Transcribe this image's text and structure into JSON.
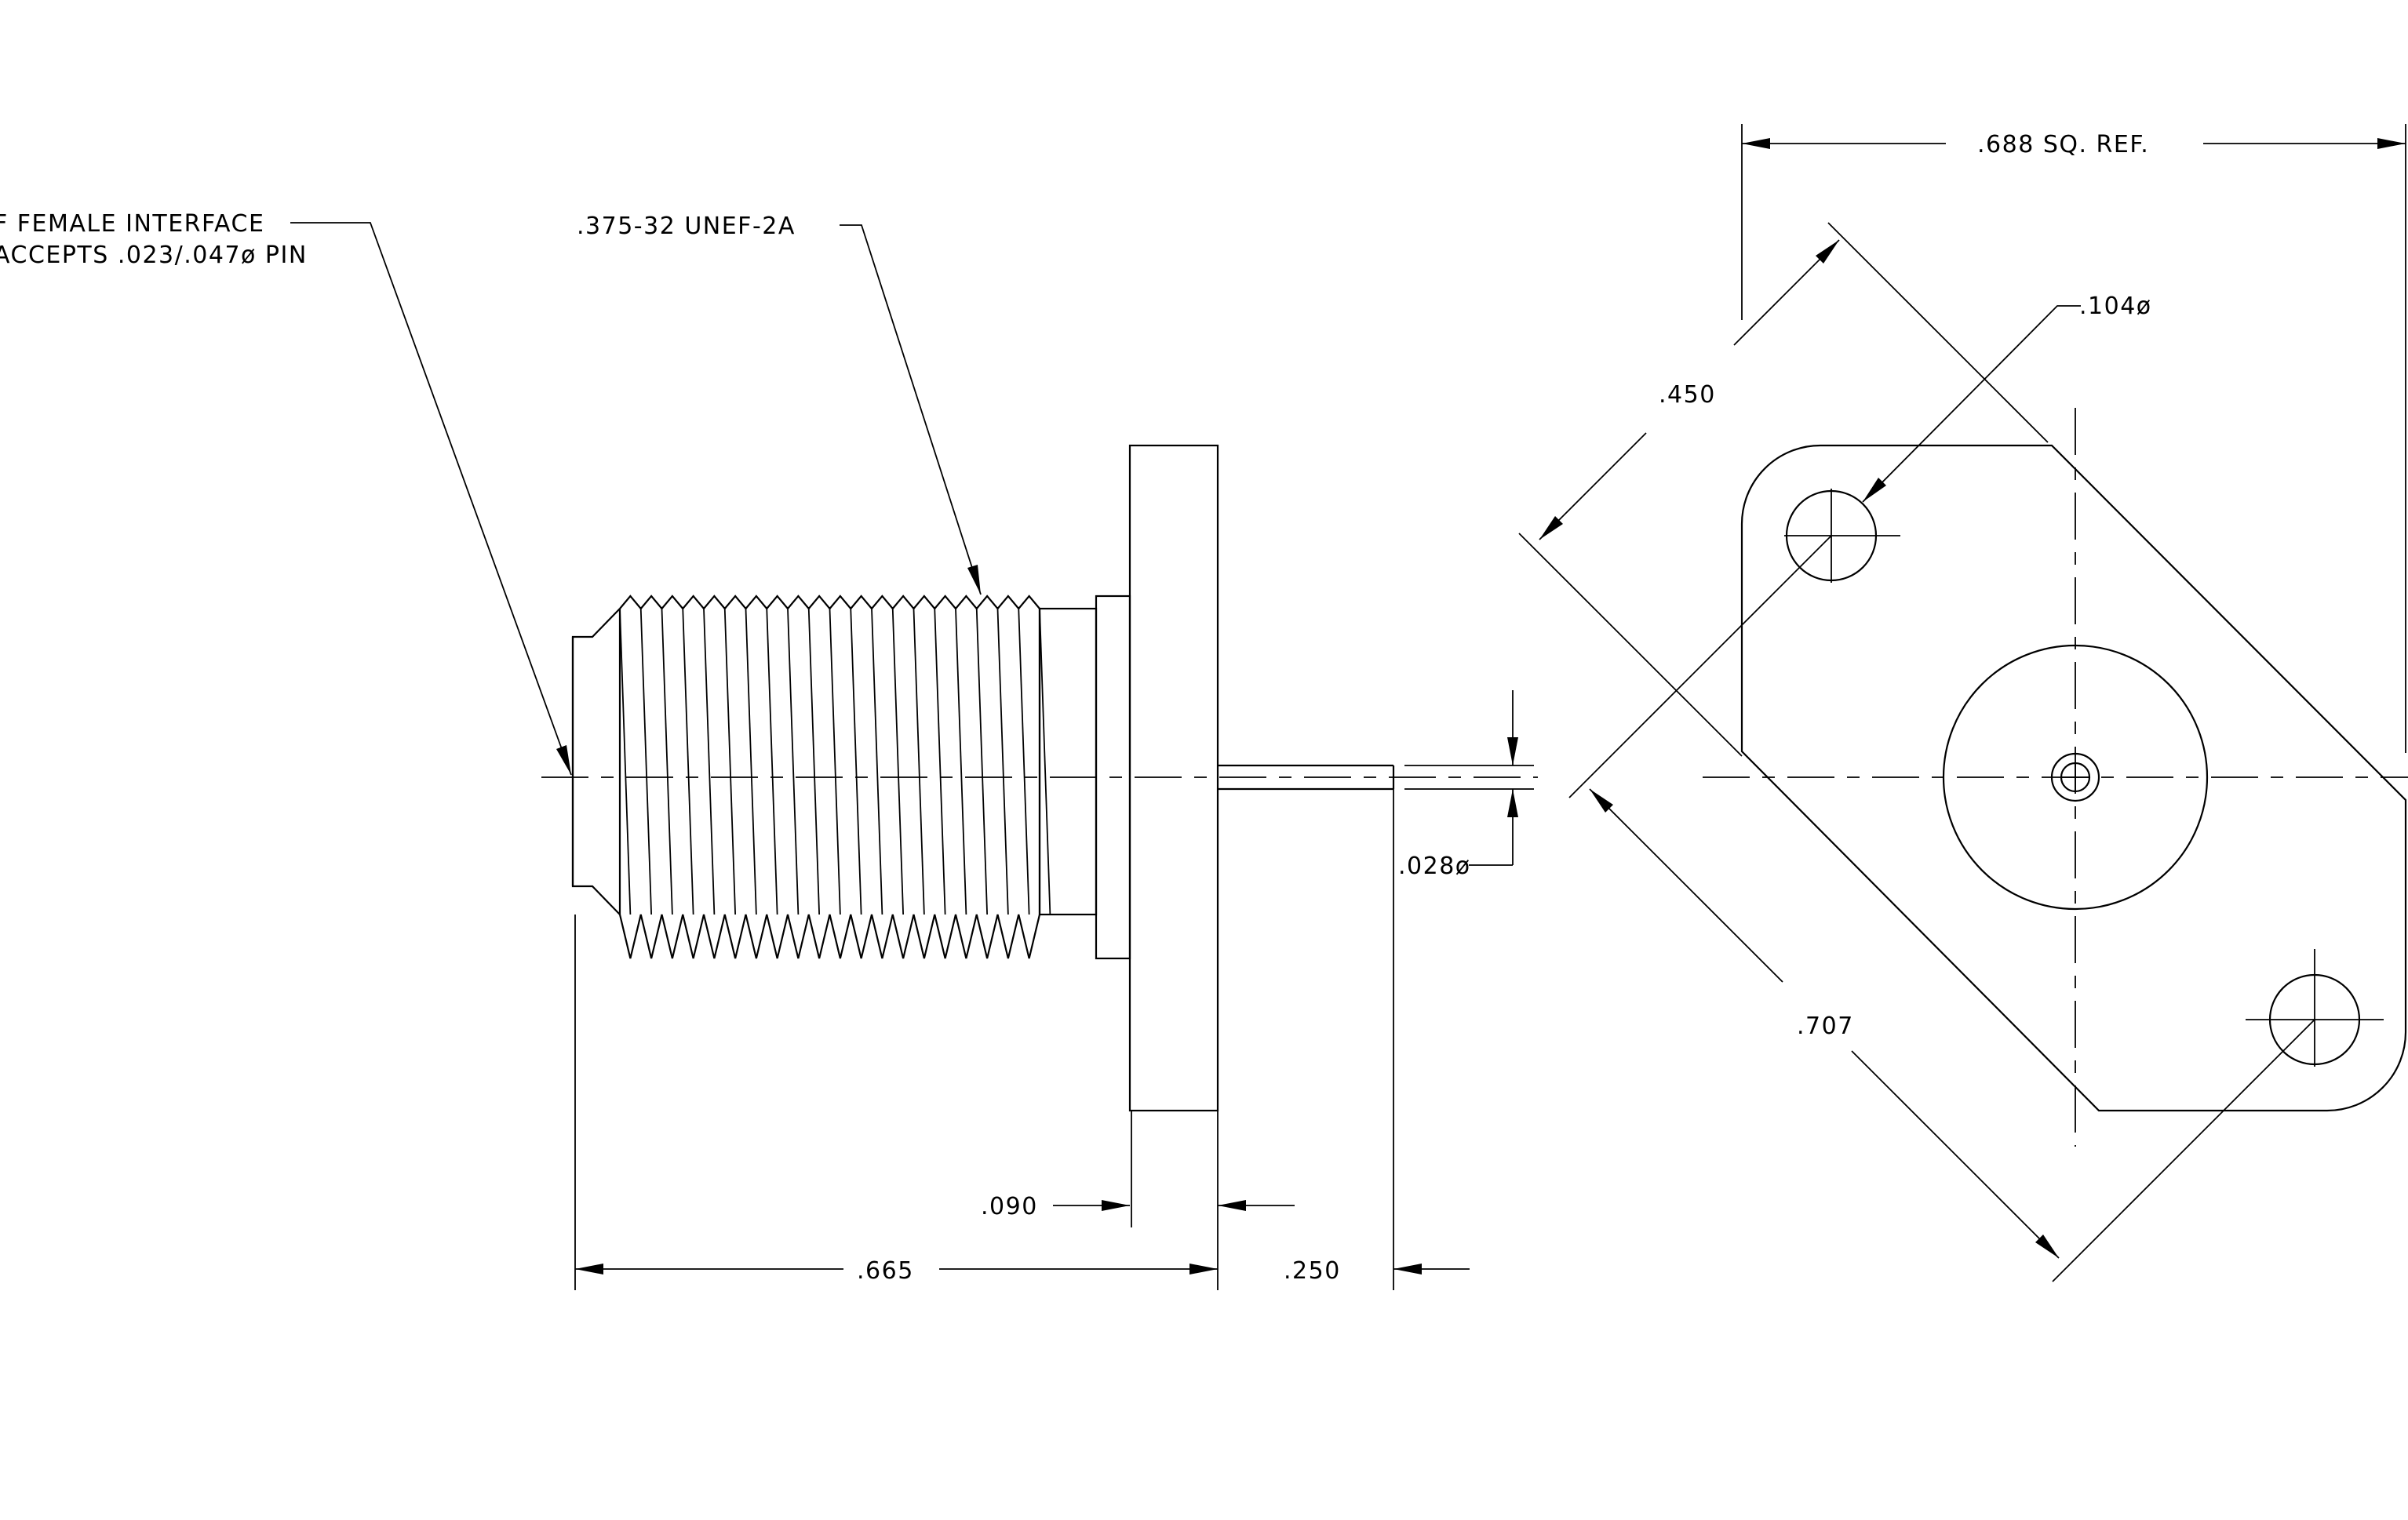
{
  "side_view": {
    "interface_note_line1": "F FEMALE INTERFACE",
    "interface_note_line2": "ACCEPTS .023/.047ø PIN",
    "thread_note": ".375-32 UNEF-2A",
    "dim_pin_diameter": ".028ø",
    "dim_flange_thickness": ".090",
    "dim_overall_length": ".665",
    "dim_pin_length": ".250"
  },
  "front_view": {
    "dim_flange_square": ".688 SQ. REF.",
    "dim_hole_diameter": ".104ø",
    "dim_hole_spacing": ".450",
    "dim_diagonal": ".707"
  }
}
